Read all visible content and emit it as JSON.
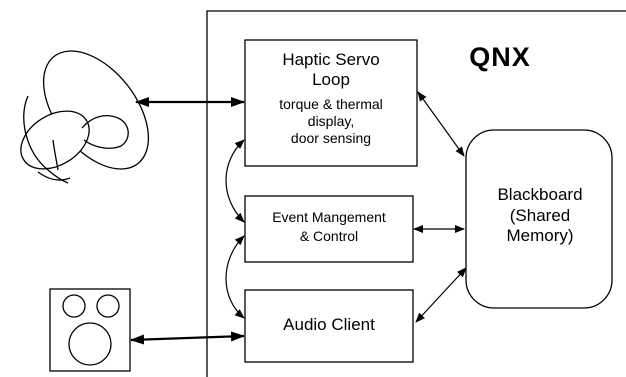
{
  "diagram": {
    "system_title": "QNX",
    "nodes": {
      "haptic_servo_loop": {
        "title_line1": "Haptic Servo",
        "title_line2": "Loop",
        "detail_line1": "torque & thermal",
        "detail_line2": "display,",
        "detail_line3": "door sensing"
      },
      "event_management": {
        "line1": "Event Mangement",
        "line2": "& Control"
      },
      "audio_client": {
        "label": "Audio Client"
      },
      "blackboard": {
        "line1": "Blackboard",
        "line2": "(Shared",
        "line3": "Memory)"
      }
    },
    "icons": {
      "haptic_device": "haptic-hand-device-icon",
      "speaker": "speaker-icon"
    },
    "colors": {
      "stroke": "#000000",
      "background": "#ffffff"
    }
  }
}
